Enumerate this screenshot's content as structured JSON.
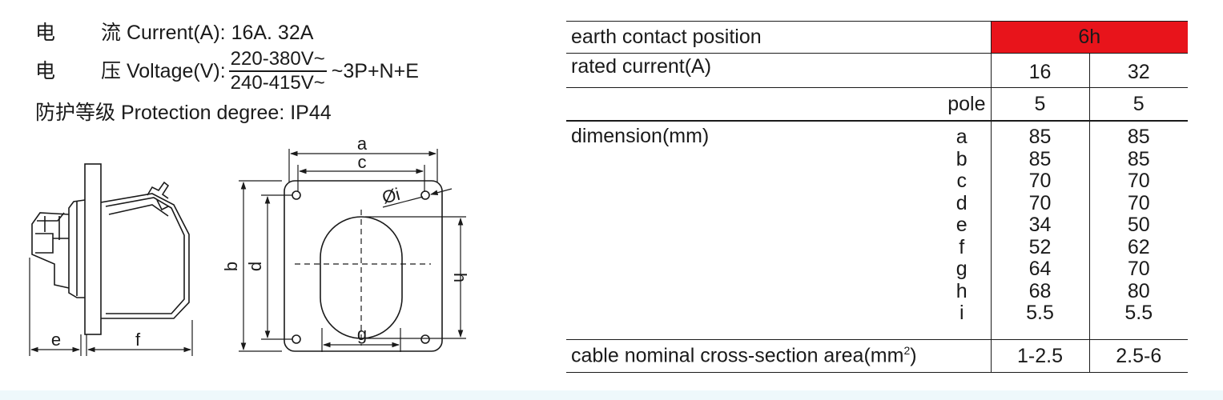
{
  "specs": {
    "current": {
      "cjk1": "电",
      "cjk2": "流",
      "label": "Current(A):",
      "value": "16A. 32A"
    },
    "voltage": {
      "cjk1": "电",
      "cjk2": "压",
      "label": "Voltage(V):",
      "numerator": "220-380V~",
      "denominator": "240-415V~",
      "suffix": "~3P+N+E"
    },
    "protection": {
      "cjk": "防护等级",
      "label": "Protection degree:",
      "value": "IP44"
    }
  },
  "drawing_labels": {
    "side": {
      "e": "e",
      "f": "f"
    },
    "front": {
      "a": "a",
      "c": "c",
      "b": "b",
      "d": "d",
      "h": "h",
      "g": "g",
      "i": "Øi"
    }
  },
  "table": {
    "earth_label": "earth contact position",
    "earth_value": "6h",
    "rated_label": "rated current(A)",
    "current_16": "16",
    "current_32": "32",
    "pole_label": "pole",
    "pole_16": "5",
    "pole_32": "5",
    "dimension_label": "dimension(mm)",
    "dim_keys": [
      "a",
      "b",
      "c",
      "d",
      "e",
      "f",
      "g",
      "h",
      "i"
    ],
    "dim_16": [
      "85",
      "85",
      "70",
      "70",
      "34",
      "52",
      "64",
      "68",
      "5.5"
    ],
    "dim_32": [
      "85",
      "85",
      "70",
      "70",
      "50",
      "62",
      "70",
      "80",
      "5.5"
    ],
    "cable_label": "cable nominal cross-section area(mm",
    "cable_sup": "2",
    "cable_close": ")",
    "cable_16": "1-2.5",
    "cable_32": "2.5-6"
  },
  "colors": {
    "accent": "#e8141b",
    "band": "#eef8fb"
  }
}
